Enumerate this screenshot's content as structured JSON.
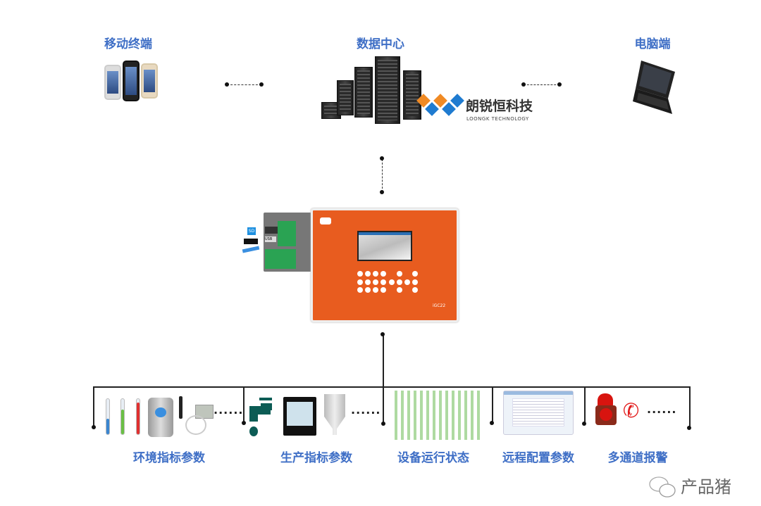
{
  "top": {
    "mobile_label": "移动终端",
    "datacenter_label": "数据中心",
    "pc_label": "电脑端",
    "brand": {
      "name_cn": "朗锐恒科技",
      "name_en": "LOONGK TECHNOLOGY",
      "colors": {
        "orange": "#f08a24",
        "blue": "#1f7bd0"
      }
    }
  },
  "device": {
    "color": "#e85c1f",
    "model": "iGC22",
    "side_ports": [
      "SD",
      "USB"
    ]
  },
  "bottom": {
    "items": [
      {
        "label": "环境指标参数"
      },
      {
        "label": "生产指标参数"
      },
      {
        "label": "设备运行状态"
      },
      {
        "label": "远程配置参数"
      },
      {
        "label": "多通道报警"
      }
    ],
    "ellipsis": "······"
  },
  "watermark": {
    "text": "产品猪",
    "icon": "wechat-icon"
  },
  "colors": {
    "label_blue": "#3f6fc6"
  }
}
